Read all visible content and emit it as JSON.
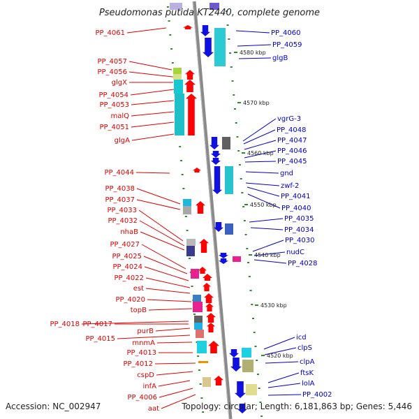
{
  "title": "Pseudomonas putida KT2440, complete genome",
  "accession": "Accession: NC_002947",
  "topology": "Topology: circular; Length: 6,181,863 bp; Genes: 5,446",
  "colors": {
    "left_label": "#e00000",
    "right_label": "#0000cc",
    "left_arrow": "#ff0000",
    "right_arrow": "#1010e0",
    "backbone": "#8a8a8a",
    "tick": "#2d8a2d"
  },
  "kbp_labels": [
    "4580 kbp",
    "4570 kbp",
    "4560 kbp",
    "4550 kbp",
    "4540 kbp",
    "4530 kbp",
    "4520 kbp"
  ],
  "left_labels": [
    "PP_4061",
    "PP_4057",
    "PP_4056",
    "glgX",
    "PP_4054",
    "PP_4053",
    "malQ",
    "PP_4051",
    "glgA",
    "PP_4044",
    "PP_4038",
    "PP_4037",
    "PP_4033",
    "PP_4032",
    "nhaB",
    "PP_4027",
    "PP_4025",
    "PP_4024",
    "PP_4022",
    "est",
    "PP_4020",
    "topB",
    "PP_4018",
    "PP_4017",
    "purB",
    "PP_4015",
    "mnmA",
    "PP_4013",
    "PP_4012",
    "cspD",
    "infA",
    "PP_4006",
    "aat"
  ],
  "right_labels": [
    "PP_4060",
    "PP_4059",
    "glgB",
    "vgrG-3",
    "PP_4048",
    "PP_4047",
    "PP_4046",
    "PP_4045",
    "gnd",
    "zwf-2",
    "PP_4041",
    "PP_4040",
    "PP_4035",
    "PP_4034",
    "PP_4030",
    "nudC",
    "PP_4028",
    "icd",
    "clpS",
    "clpA",
    "ftsK",
    "lolA",
    "PP_4002"
  ]
}
